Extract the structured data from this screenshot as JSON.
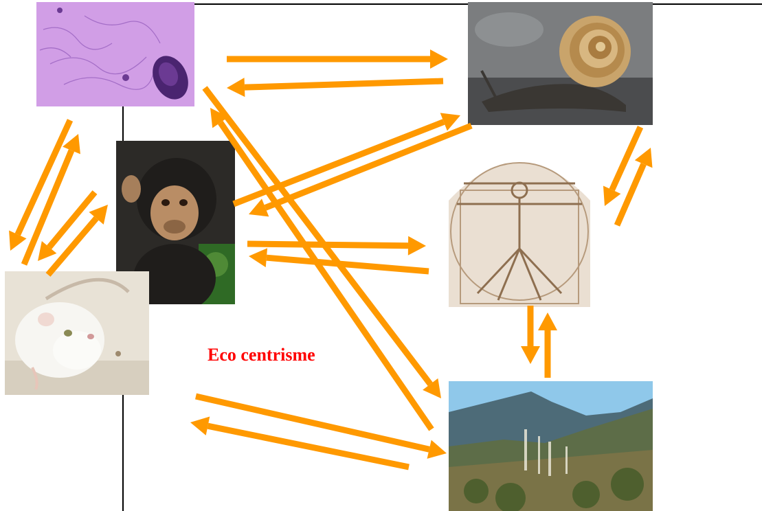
{
  "caption": "Eco centrisme",
  "colors": {
    "arrow": "#ff9900",
    "caption": "#ff0000",
    "rule": "#000000"
  },
  "nodes": [
    {
      "id": "bacterium",
      "icon": "bacterium-photo"
    },
    {
      "id": "snail",
      "icon": "snail-photo"
    },
    {
      "id": "chimpanzee",
      "icon": "chimpanzee-photo"
    },
    {
      "id": "vitruvian-man",
      "icon": "vitruvian-man-drawing"
    },
    {
      "id": "mouse",
      "icon": "white-mouse-photo"
    },
    {
      "id": "landscape",
      "icon": "mountain-landscape-photo"
    }
  ],
  "connections": [
    {
      "from": "bacterium",
      "to": "snail",
      "bidirectional": true
    },
    {
      "from": "bacterium",
      "to": "landscape",
      "bidirectional": true
    },
    {
      "from": "bacterium",
      "to": "mouse",
      "bidirectional": true
    },
    {
      "from": "chimpanzee",
      "to": "mouse",
      "bidirectional": true
    },
    {
      "from": "chimpanzee",
      "to": "snail",
      "bidirectional": true
    },
    {
      "from": "chimpanzee",
      "to": "vitruvian-man",
      "bidirectional": true
    },
    {
      "from": "snail",
      "to": "vitruvian-man",
      "bidirectional": true
    },
    {
      "from": "vitruvian-man",
      "to": "landscape",
      "bidirectional": true
    },
    {
      "from": "mouse",
      "to": "landscape",
      "bidirectional": true
    }
  ]
}
